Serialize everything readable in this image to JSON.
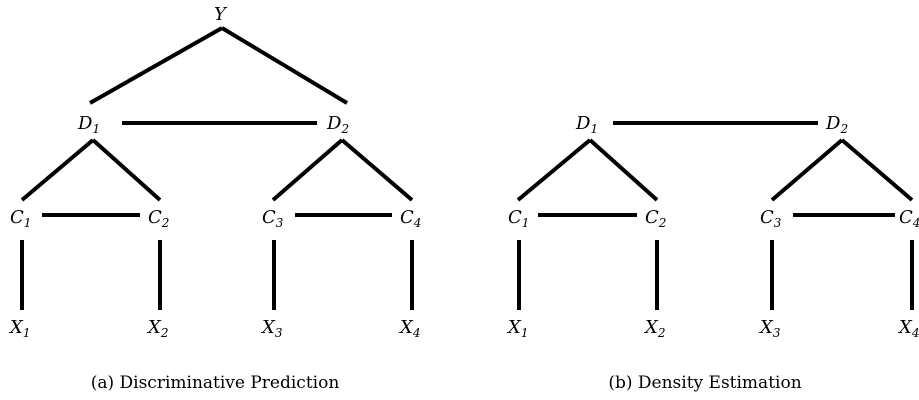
{
  "panel_a": {
    "caption": "(a) Discriminative Prediction",
    "nodes": {
      "Y": {
        "base": "Y",
        "sub": ""
      },
      "D1": {
        "base": "D",
        "sub": "1"
      },
      "D2": {
        "base": "D",
        "sub": "2"
      },
      "C1": {
        "base": "C",
        "sub": "1"
      },
      "C2": {
        "base": "C",
        "sub": "2"
      },
      "C3": {
        "base": "C",
        "sub": "3"
      },
      "C4": {
        "base": "C",
        "sub": "4"
      },
      "X1": {
        "base": "X",
        "sub": "1"
      },
      "X2": {
        "base": "X",
        "sub": "2"
      },
      "X3": {
        "base": "X",
        "sub": "3"
      },
      "X4": {
        "base": "X",
        "sub": "4"
      }
    }
  },
  "panel_b": {
    "caption": "(b) Density Estimation",
    "nodes": {
      "D1": {
        "base": "D",
        "sub": "1"
      },
      "D2": {
        "base": "D",
        "sub": "2"
      },
      "C1": {
        "base": "C",
        "sub": "1"
      },
      "C2": {
        "base": "C",
        "sub": "2"
      },
      "C3": {
        "base": "C",
        "sub": "3"
      },
      "C4": {
        "base": "C",
        "sub": "4"
      },
      "X1": {
        "base": "X",
        "sub": "1"
      },
      "X2": {
        "base": "X",
        "sub": "2"
      },
      "X3": {
        "base": "X",
        "sub": "3"
      },
      "X4": {
        "base": "X",
        "sub": "4"
      }
    }
  }
}
